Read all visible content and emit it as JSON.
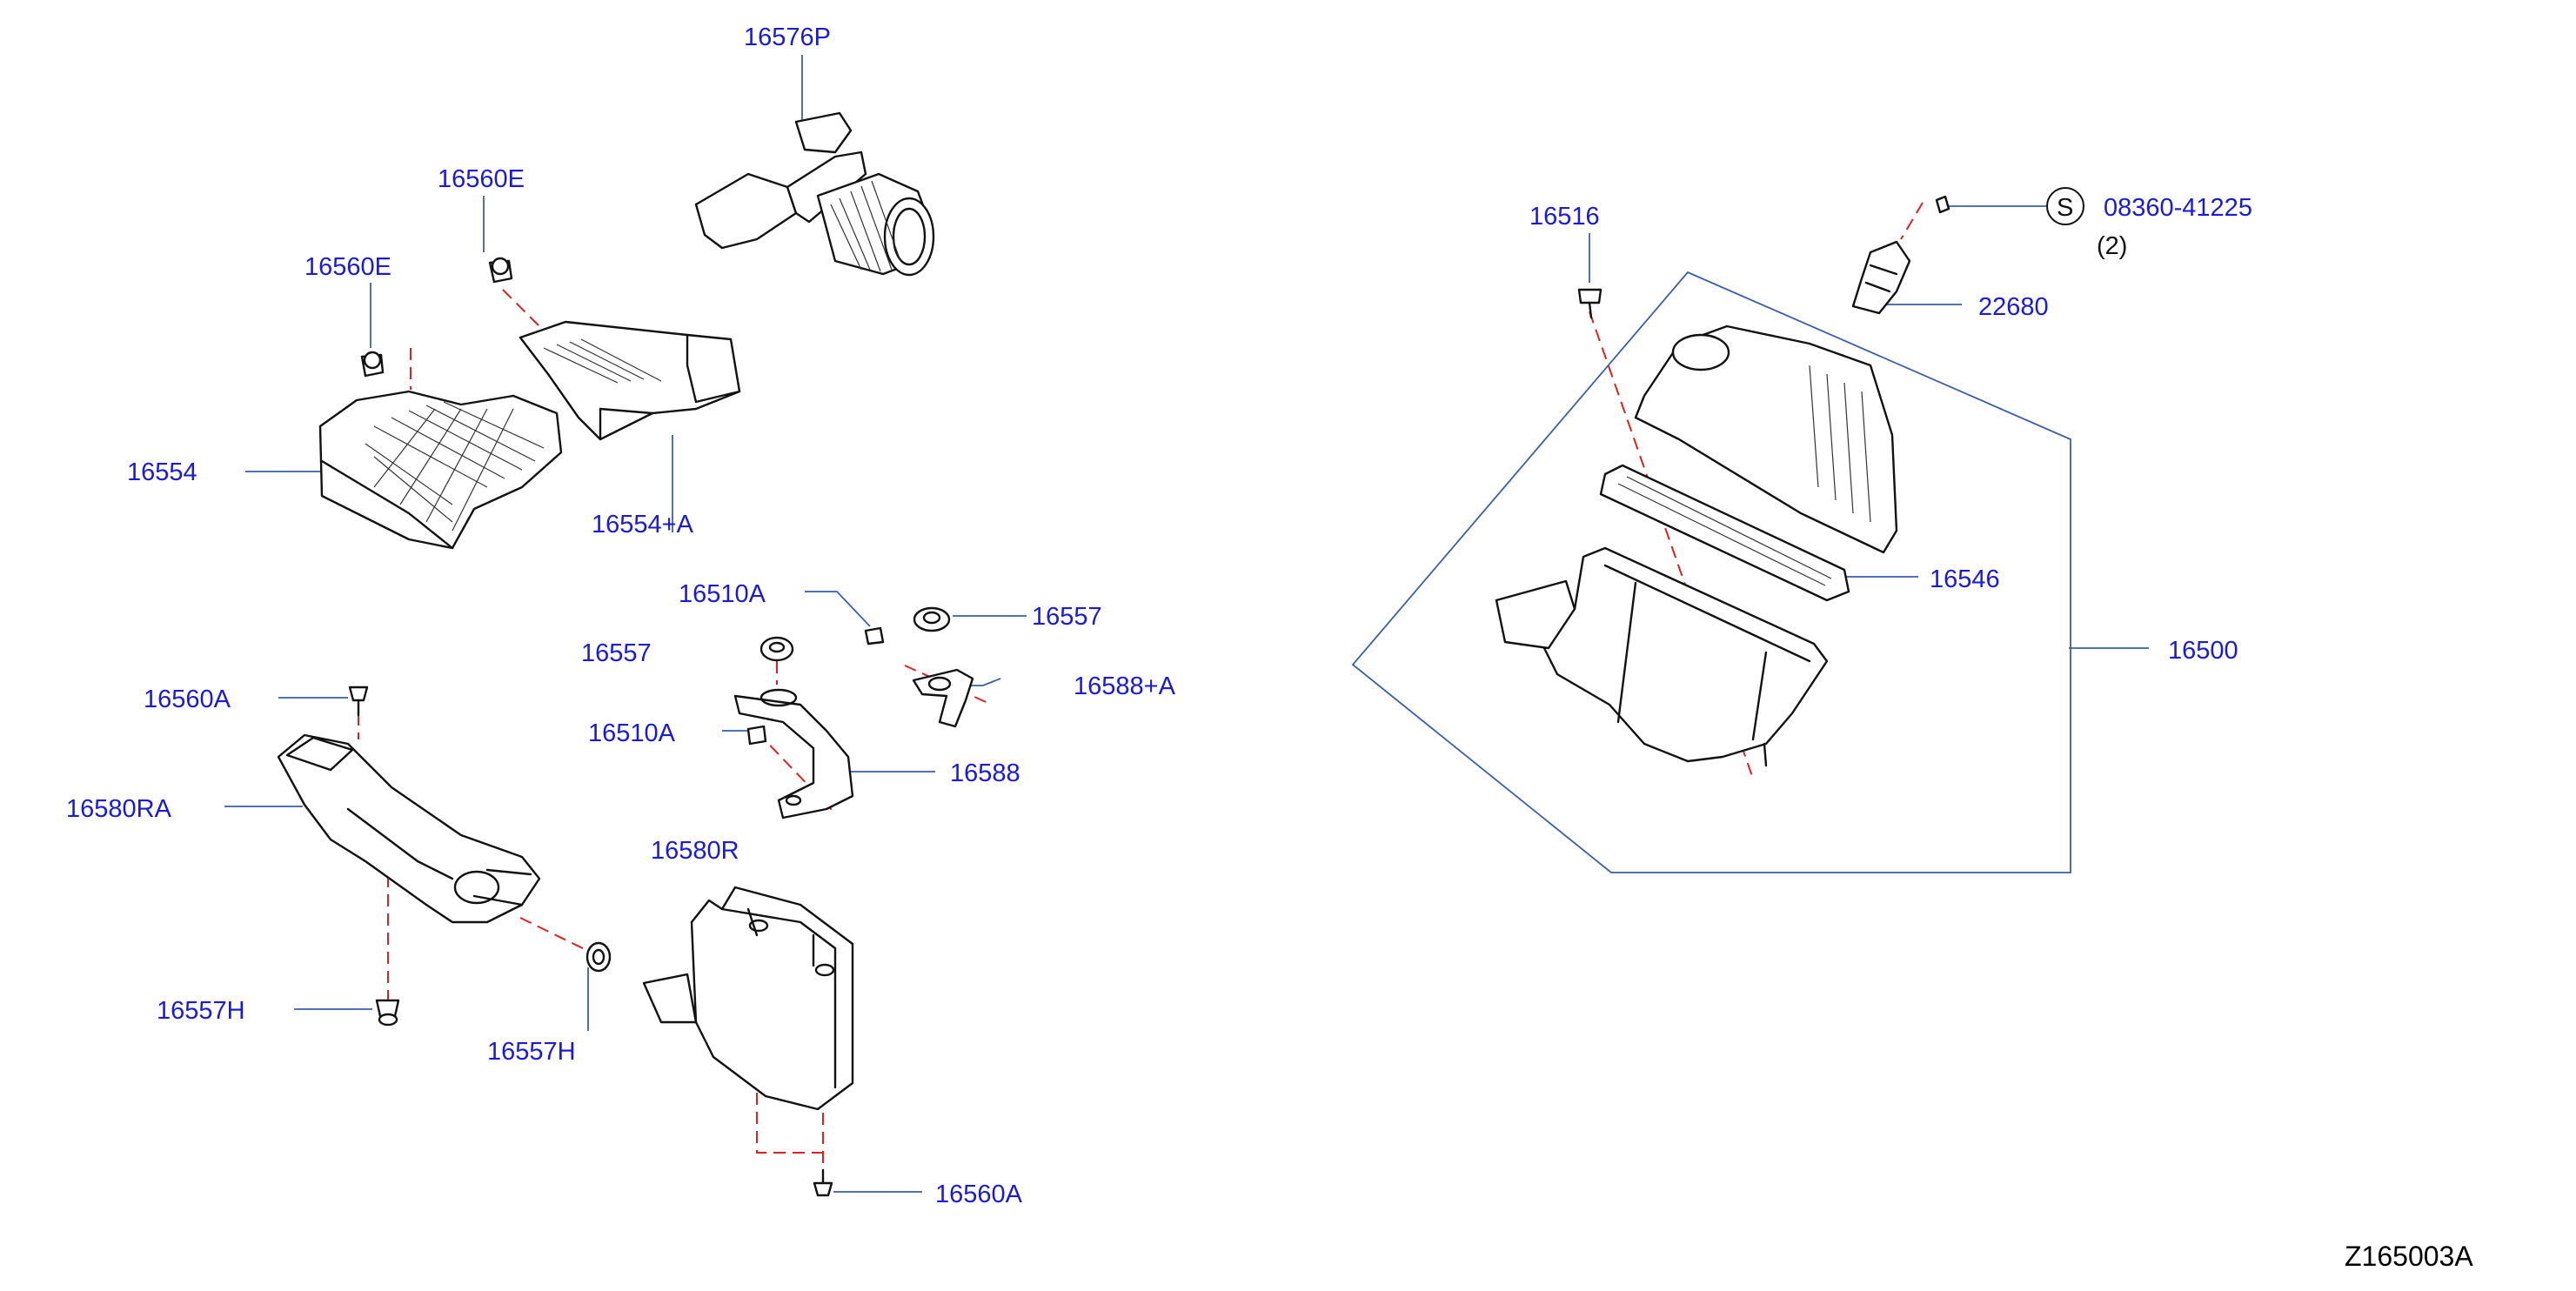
{
  "colors": {
    "label": "#1a1ad8",
    "leader": "#3a5fa8",
    "dash": "#e02020",
    "ink": "#111111",
    "code": "#000000"
  },
  "labels": {
    "p16576P": "16576P",
    "p16560E_top": "16560E",
    "p16560E_left": "16560E",
    "p16554": "16554",
    "p16554A": "16554+A",
    "p16510A_top": "16510A",
    "p16557_right": "16557",
    "p16557_left": "16557",
    "p16588A": "16588+A",
    "p16510A_left": "16510A",
    "p16588": "16588",
    "p16560A_top": "16560A",
    "p16580RA": "16580RA",
    "p16580R": "16580R",
    "p16557H_left": "16557H",
    "p16557H_mid": "16557H",
    "p16560A_bottom": "16560A",
    "p16516": "16516",
    "s_symbol": "S",
    "p08360": "08360-41225",
    "qty": "(2)",
    "p22680": "22680",
    "p16546": "16546",
    "p16500": "16500"
  },
  "diagram_code": "Z165003A",
  "parts": [
    {
      "id": "16576P",
      "icon": "air-duct-hose"
    },
    {
      "id": "16560E",
      "icon": "clip"
    },
    {
      "id": "16554",
      "icon": "resonator"
    },
    {
      "id": "16554+A",
      "icon": "air-duct"
    },
    {
      "id": "16510A",
      "icon": "bolt"
    },
    {
      "id": "16557",
      "icon": "grommet"
    },
    {
      "id": "16588+A",
      "icon": "bracket"
    },
    {
      "id": "16588",
      "icon": "bracket"
    },
    {
      "id": "16560A",
      "icon": "bolt"
    },
    {
      "id": "16580RA",
      "icon": "air-inlet-duct"
    },
    {
      "id": "16580R",
      "icon": "resonator-box"
    },
    {
      "id": "16557H",
      "icon": "grommet"
    },
    {
      "id": "16516",
      "icon": "bolt"
    },
    {
      "id": "08360-41225",
      "icon": "screw"
    },
    {
      "id": "22680",
      "icon": "air-flow-meter"
    },
    {
      "id": "16546",
      "icon": "filter-element"
    },
    {
      "id": "16500",
      "icon": "air-cleaner-assembly"
    }
  ]
}
